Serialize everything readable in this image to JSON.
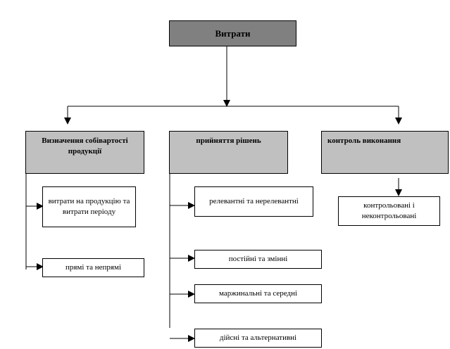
{
  "root": {
    "label": "Витрати"
  },
  "categories": [
    {
      "label": "Визначення собівартості продукції"
    },
    {
      "label": "прийняття рішень"
    },
    {
      "label": "контроль виконання"
    }
  ],
  "cost_items": [
    {
      "label": "витрати на продукцію та витрати періоду"
    },
    {
      "label": "прямі та непрямі"
    }
  ],
  "decision_items": [
    {
      "label": "релевантні та нерелевантні"
    },
    {
      "label": "постійні та змінні"
    },
    {
      "label": "маржинальні та середні"
    },
    {
      "label": "дійсні та альтернативні"
    }
  ],
  "control_items": [
    {
      "label": "контрольовані і неконтрольовані"
    }
  ],
  "colors": {
    "root_fill": "#808080",
    "category_fill": "#c0c0c0",
    "leaf_fill": "#ffffff",
    "line": "#000000"
  }
}
